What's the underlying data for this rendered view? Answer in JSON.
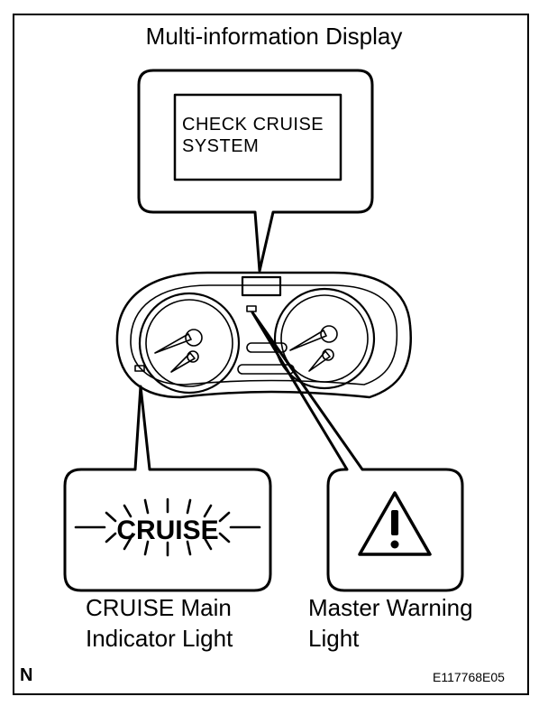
{
  "title": "Multi-information Display",
  "screen_message": "CHECK  CRUISE\nSYSTEM",
  "cruise_icon_text": "CRUISE",
  "cruise_label": "CRUISE Main\nIndicator Light",
  "warning_label": "Master Warning\nLight",
  "corner_letter": "N",
  "reference_code": "E117768E05",
  "icons": {
    "cluster": "instrument-cluster-icon",
    "warning": "warning-triangle-icon",
    "cruise": "cruise-indicator-icon"
  },
  "colors": {
    "line": "#000000",
    "background": "#ffffff"
  }
}
